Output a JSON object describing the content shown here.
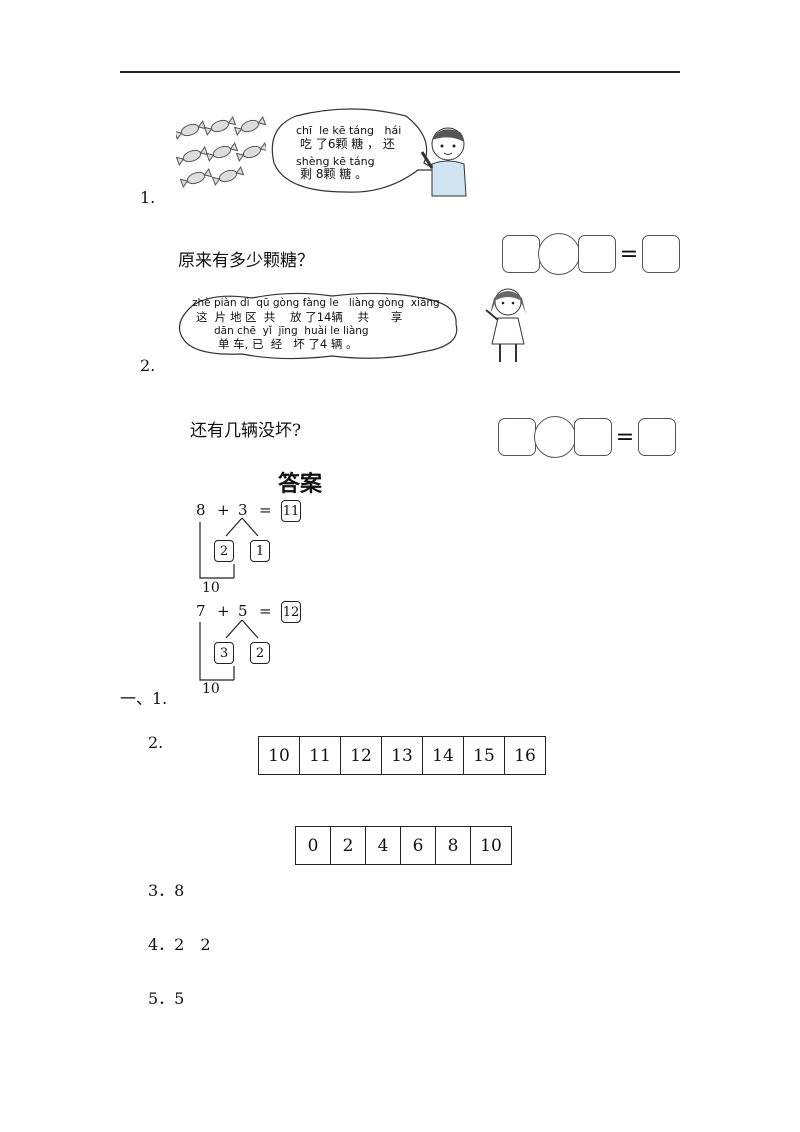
{
  "q1": {
    "number": "1.",
    "pinyin1": "chī  le kē táng   hái",
    "text1": "吃 了6颗 糖 ， 还",
    "pinyin2": "shèng kē táng",
    "text2": "剩 8颗 糖 。",
    "question": "原来有多少颗糖？",
    "equals": "="
  },
  "q2": {
    "number": "2.",
    "pinyin1": "zhè piàn dì  qū gòng fàng le   liàng gòng  xiǎng",
    "text1": "这  片 地 区  共    放 了14辆    共      享",
    "pinyin2": "dān chē  yǐ  jīng  huài le liàng",
    "text2": "单 车, 已  经   坏 了4 辆 。",
    "question": "还有几辆没坏?",
    "equals": "="
  },
  "answers": {
    "title": "答案",
    "section_label": "一、1.",
    "diagram1": {
      "a": "8",
      "op": "+",
      "b": "3",
      "eq": "=",
      "result": "11",
      "split_left": "2",
      "split_right": "1",
      "ten": "10"
    },
    "diagram2": {
      "a": "7",
      "op": "+",
      "b": "5",
      "eq": "=",
      "result": "12",
      "split_left": "3",
      "split_right": "2",
      "ten": "10"
    },
    "item2_label": "2.",
    "sequence1": [
      "10",
      "11",
      "12",
      "13",
      "14",
      "15",
      "16"
    ],
    "sequence2": [
      "0",
      "2",
      "4",
      "6",
      "8",
      "10"
    ],
    "item3": "3．8",
    "item4": "4．2　2",
    "item5": "5．5"
  }
}
